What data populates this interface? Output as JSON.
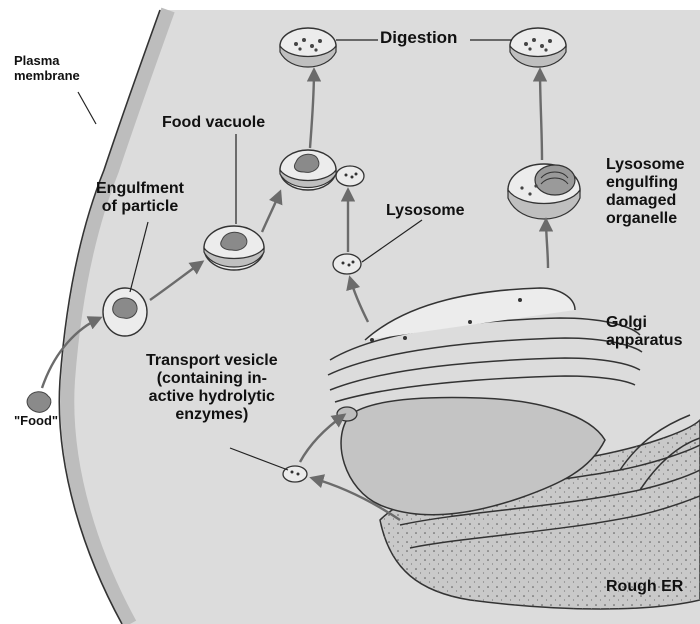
{
  "labels": {
    "plasma_membrane": [
      "Plasma",
      "membrane"
    ],
    "food": "\"Food\"",
    "engulfment": [
      "Engulfment",
      "of particle"
    ],
    "food_vacuole": "Food vacuole",
    "digestion": "Digestion",
    "lysosome": "Lysosome",
    "lysosome_engulfing": [
      "Lysosome",
      "engulfing",
      "damaged",
      "organelle"
    ],
    "golgi": [
      "Golgi",
      "apparatus"
    ],
    "transport_vesicle": [
      "Transport vesicle",
      "(containing in-",
      "active hydrolytic",
      "enzymes)"
    ],
    "rough_er": "Rough ER"
  },
  "colors": {
    "cytoplasm": "#dcdcdc",
    "membrane_edge": "#bdbdbd",
    "organelle_fill": "#ececec",
    "organelle_dark": "#bfbfbf",
    "particle": "#8a8a8a",
    "arrow": "#6b6b6b",
    "line": "#222222"
  },
  "icons": [
    "arrow-icon",
    "particle-icon",
    "vesicle-icon"
  ]
}
